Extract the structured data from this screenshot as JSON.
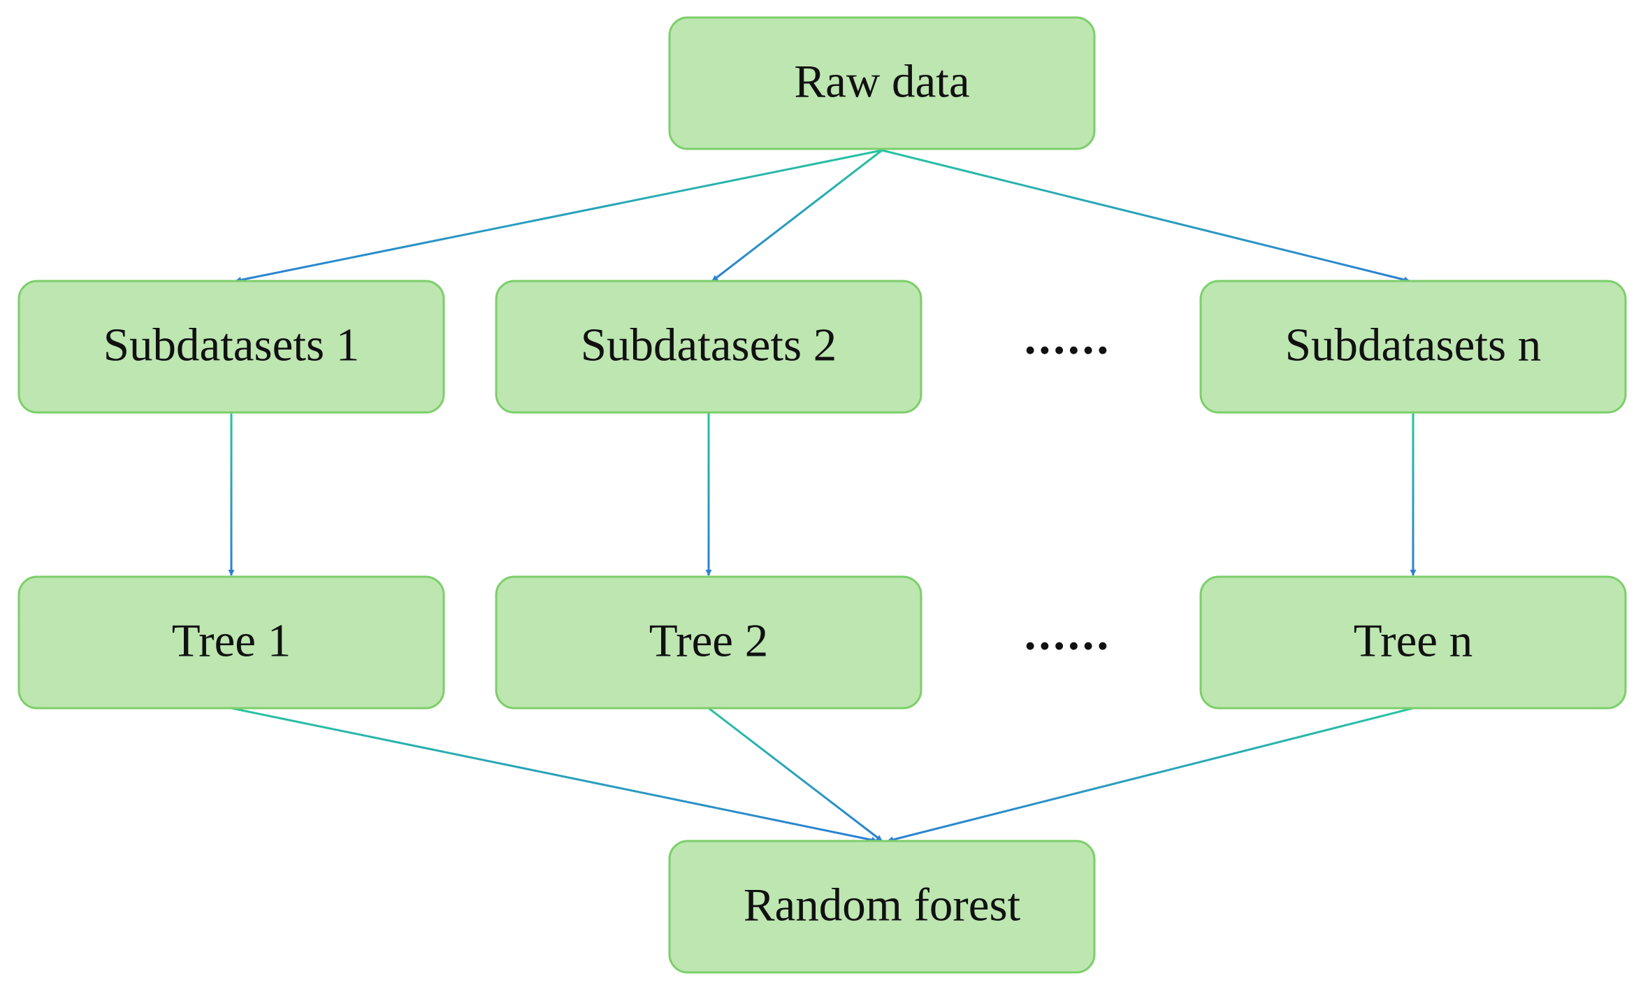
{
  "diagram": {
    "nodes": {
      "raw_data": "Raw data",
      "subdatasets_1": "Subdatasets 1",
      "subdatasets_2": "Subdatasets 2",
      "subdatasets_n": "Subdatasets n",
      "tree_1": "Tree 1",
      "tree_2": "Tree 2",
      "tree_n": "Tree n",
      "random_forest": "Random forest"
    },
    "ellipsis_row_subdatasets": "......",
    "ellipsis_row_trees": "......",
    "edges": [
      {
        "from": "raw_data",
        "to": "subdatasets_1"
      },
      {
        "from": "raw_data",
        "to": "subdatasets_2"
      },
      {
        "from": "raw_data",
        "to": "subdatasets_n"
      },
      {
        "from": "subdatasets_1",
        "to": "tree_1"
      },
      {
        "from": "subdatasets_2",
        "to": "tree_2"
      },
      {
        "from": "subdatasets_n",
        "to": "tree_n"
      },
      {
        "from": "tree_1",
        "to": "random_forest"
      },
      {
        "from": "tree_2",
        "to": "random_forest"
      },
      {
        "from": "tree_n",
        "to": "random_forest"
      }
    ],
    "colors": {
      "node_fill": "#bde6b1",
      "node_stroke": "#7ccf6a",
      "edge_start": "#27c3a0",
      "edge_end": "#2a7fd4",
      "text": "#111111"
    }
  }
}
